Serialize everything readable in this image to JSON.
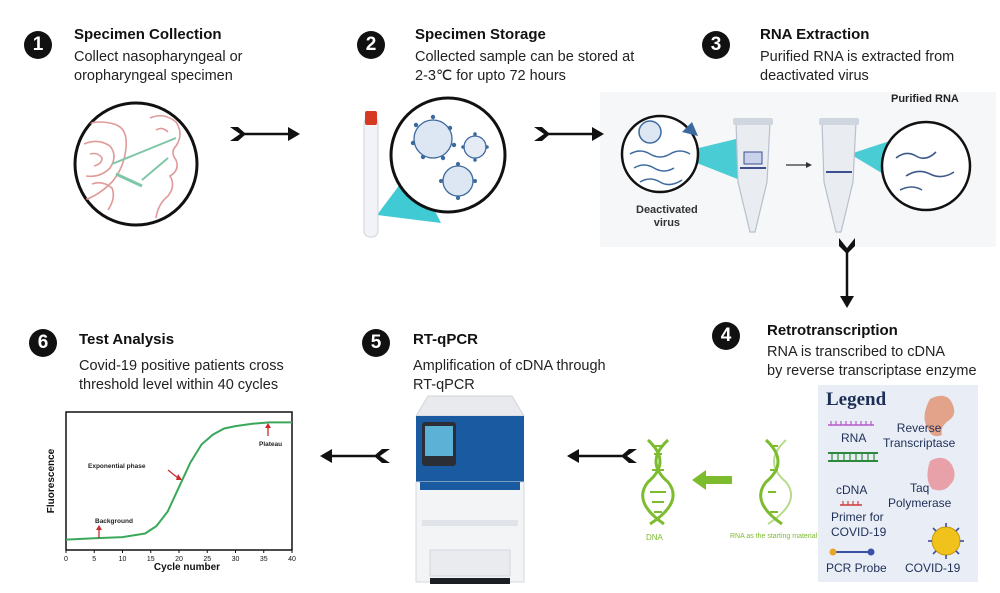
{
  "steps": [
    {
      "num": "1",
      "title": "Specimen Collection",
      "desc1": "Collect nasopharyngeal or",
      "desc2": "oropharyngeal specimen"
    },
    {
      "num": "2",
      "title": "Specimen Storage",
      "desc1": "Collected sample can be stored at",
      "desc2": "2-3℃ for upto 72 hours"
    },
    {
      "num": "3",
      "title": "RNA Extraction",
      "desc1": "Purified RNA is extracted from",
      "desc2": "deactivated virus"
    },
    {
      "num": "4",
      "title": "Retrotranscription",
      "desc1": "RNA is transcribed to cDNA",
      "desc2": "by reverse transcriptase enzyme"
    },
    {
      "num": "5",
      "title": "RT-qPCR",
      "desc1": "Amplification of cDNA through",
      "desc2": "RT-qPCR"
    },
    {
      "num": "6",
      "title": "Test Analysis",
      "desc1": "Covid-19 positive patients cross",
      "desc2": "threshold level within 40 cycles"
    }
  ],
  "extraction": {
    "purified_label": "Purified RNA",
    "deactivated_label1": "Deactivated",
    "deactivated_label2": "virus"
  },
  "dna_labels": {
    "dna": "DNA",
    "rna_start": "RNA as the starting material"
  },
  "legend": {
    "title": "Legend",
    "rna": "RNA",
    "cdna": "cDNA",
    "primer1": "Primer for",
    "primer2": "COVID-19",
    "probe": "PCR Probe",
    "rt1": "Reverse",
    "rt2": "Transcriptase",
    "taq1": "Taq",
    "taq2": "Polymerase",
    "covid": "COVID-19"
  },
  "chart_data": {
    "type": "line",
    "title": "",
    "xlabel": "Cycle number",
    "ylabel": "Fluorescence",
    "xlim": [
      0,
      40
    ],
    "xticks": [
      "0",
      "5",
      "10",
      "15",
      "20",
      "25",
      "30",
      "35",
      "40"
    ],
    "series": [
      {
        "x": [
          0,
          5,
          10,
          14,
          16,
          18,
          20,
          22,
          24,
          26,
          28,
          30,
          33,
          36,
          40
        ],
        "y": [
          0.02,
          0.03,
          0.04,
          0.07,
          0.13,
          0.25,
          0.45,
          0.65,
          0.8,
          0.88,
          0.93,
          0.95,
          0.97,
          0.98,
          0.98
        ]
      }
    ],
    "annotations": {
      "background": "Background",
      "exponential": "Exponential phase",
      "plateau": "Plateau"
    },
    "colors": {
      "line": "#3aa85a",
      "arrow": "#cc2a2a"
    }
  },
  "colors": {
    "accent": "#2bc4cf",
    "green": "#79b92f",
    "navy": "#2c3e7a"
  }
}
